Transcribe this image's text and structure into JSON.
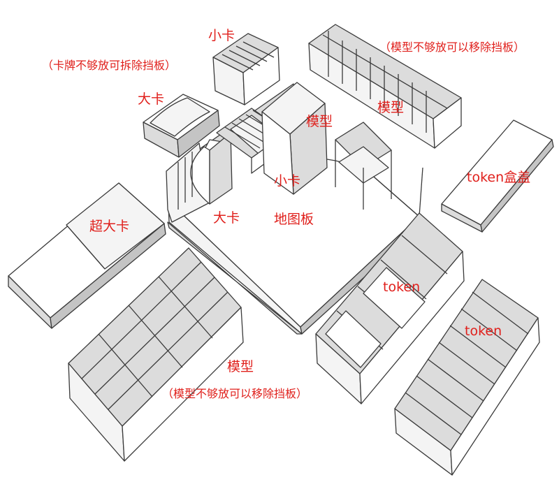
{
  "labels": {
    "small_card_top": "小卡",
    "small_card_note": "（卡牌不够放可拆除挡板）",
    "big_card_top": "大卡",
    "model_note_top": "（模型不够放可以移除挡板）",
    "model_top_right": "模型",
    "model_center": "模型",
    "token_lid": "token盒盖",
    "small_card_center": "小卡",
    "xl_card": "超大卡",
    "big_card_center": "大卡",
    "map_board": "地图板",
    "token_middle": "token",
    "token_right": "token",
    "model_bottom": "模型",
    "model_note_bottom": "（模型不够放可以移除挡板）"
  },
  "colors": {
    "label": "#e0201c",
    "stroke": "#3a3a3a",
    "fill_light": "#f4f4f4",
    "fill_mid": "#dcdcdc",
    "fill_dark": "#c4c4c4"
  }
}
